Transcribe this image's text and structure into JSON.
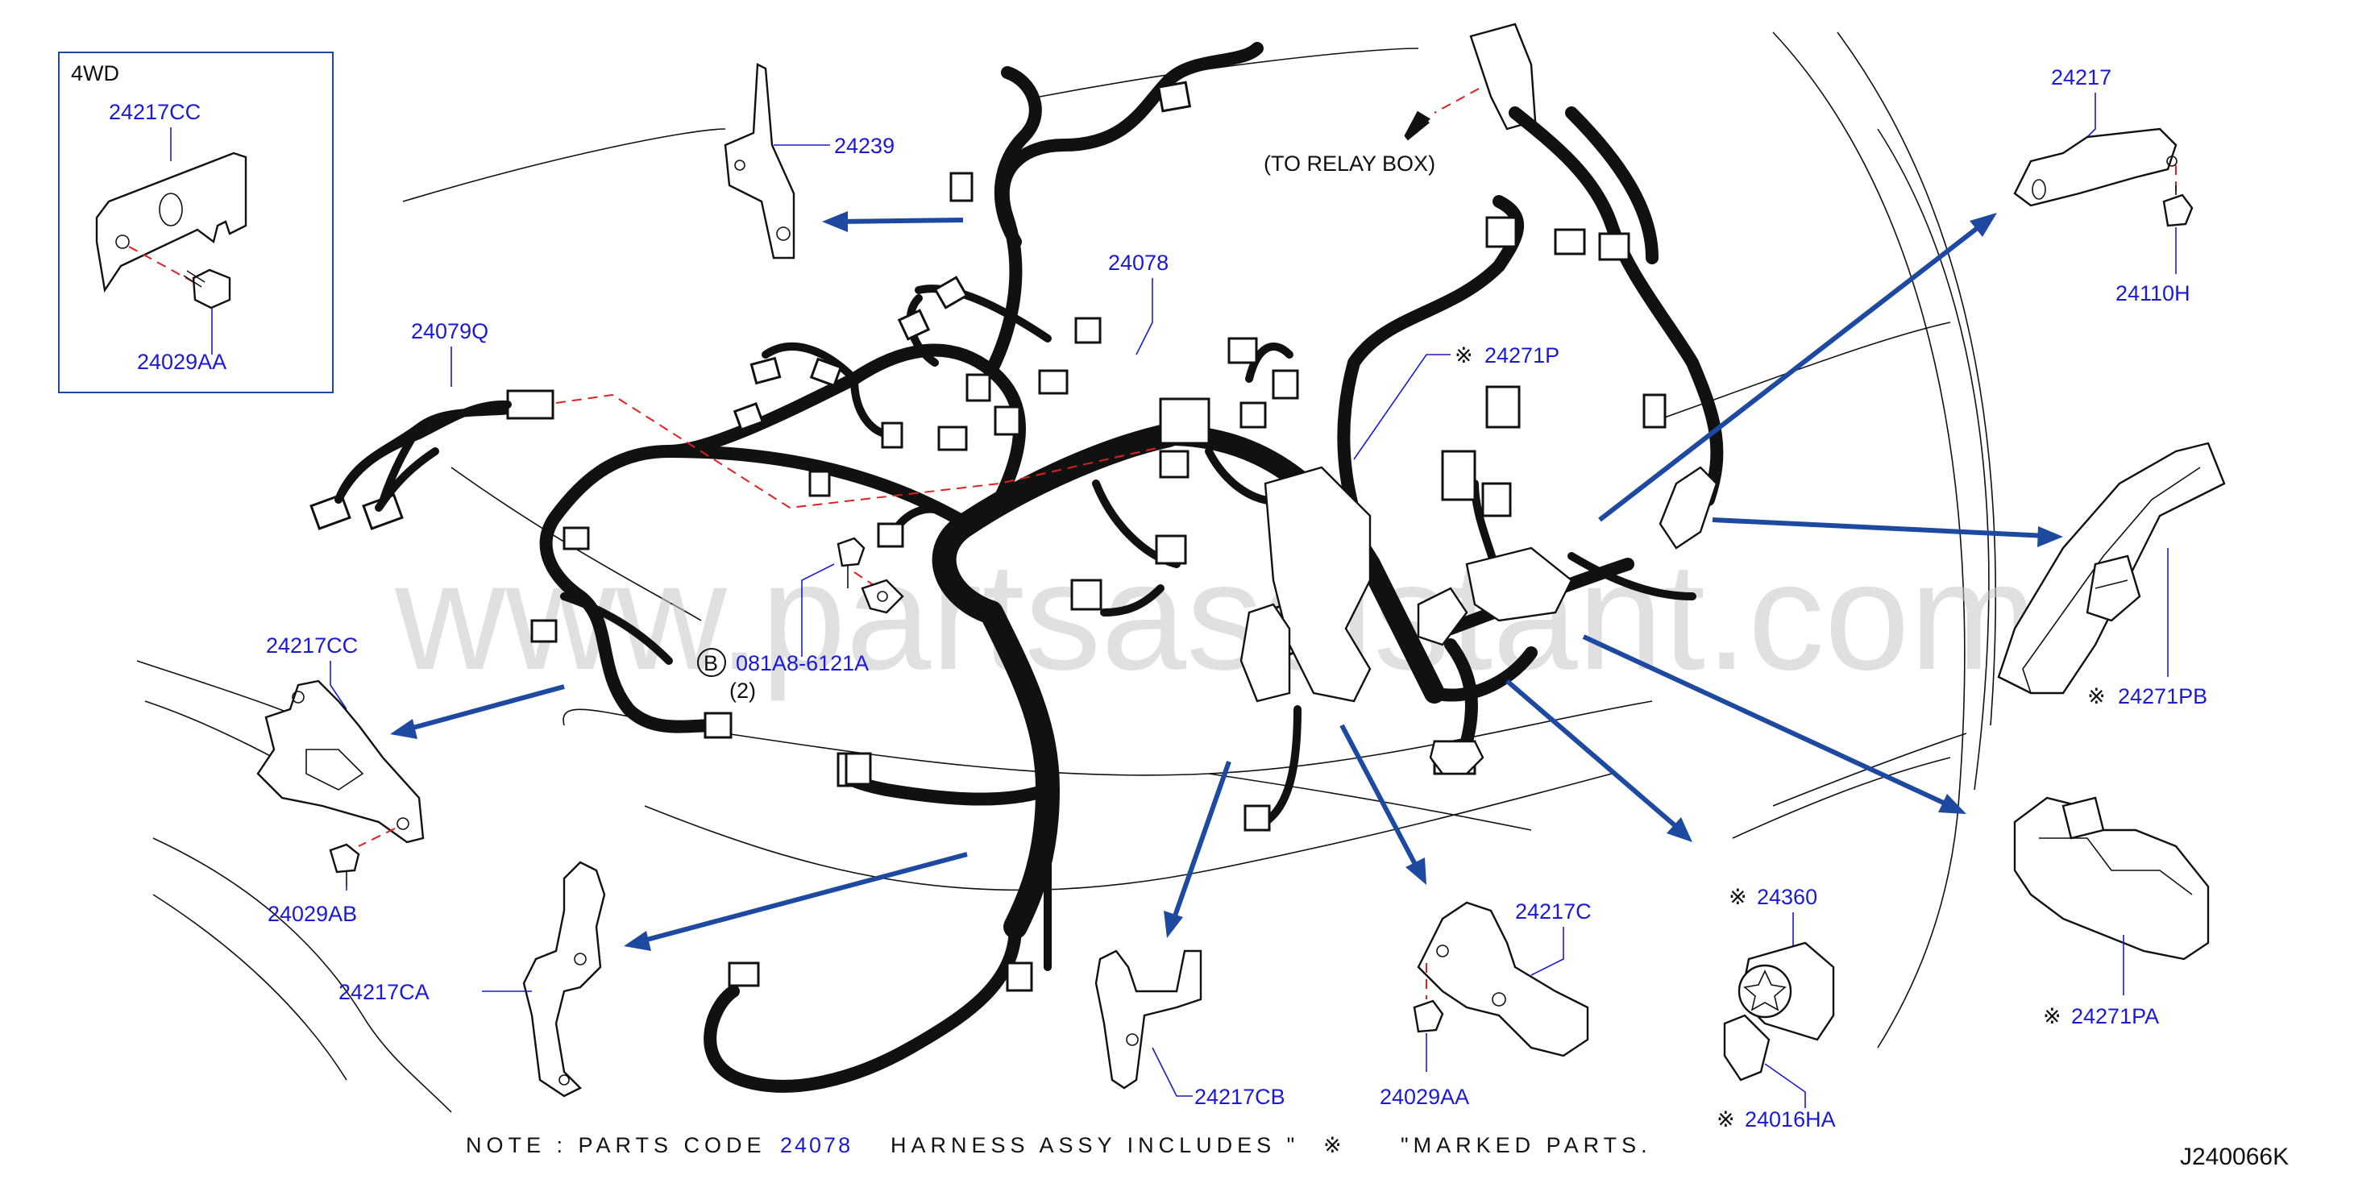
{
  "diagram_id": "J240066K",
  "watermark": "www.partsassistant.com",
  "inset": {
    "title": "4WD",
    "labels": [
      "24217CC",
      "24029AA"
    ]
  },
  "relay_box_note": "(TO  RELAY  BOX)",
  "bolt_callout": {
    "letter": "B",
    "part": "081A8-6121A",
    "qty": "(2)"
  },
  "parts": {
    "p24239": "24239",
    "p24078": "24078",
    "p24079Q": "24079Q",
    "p24217": "24217",
    "p24110H": "24110H",
    "p24271P": "24271P",
    "p24271PB": "24271PB",
    "p24217CC": "24217CC",
    "p24029AB": "24029AB",
    "p24217CA": "24217CA",
    "p24217CB": "24217CB",
    "p24217C": "24217C",
    "p24029AA": "24029AA",
    "p24360": "24360",
    "p24016HA": "24016HA",
    "p24271PA": "24271PA"
  },
  "marked_symbol": "※",
  "note": {
    "prefix": "NOTE  :  PARTS  CODE",
    "code": "24078",
    "middle": "HARNESS  ASSY     INCLUDES  \"",
    "suffix": "\"MARKED  PARTS."
  },
  "colors": {
    "label": "#1a1ad6",
    "arrow": "#1d4aa0",
    "dashed_link": "#e02020",
    "line": "#111111"
  }
}
